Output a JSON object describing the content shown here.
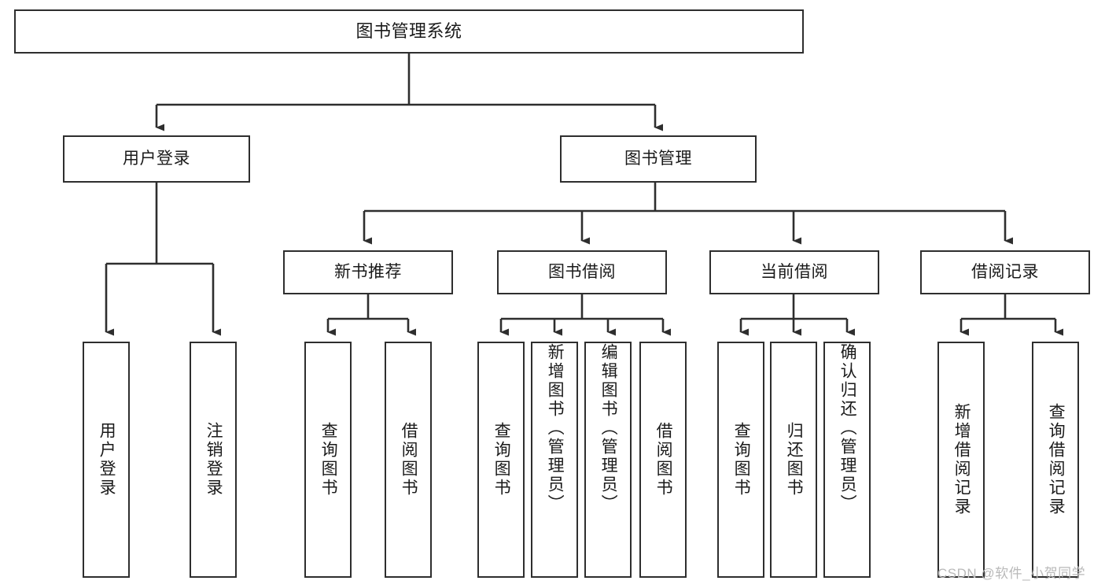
{
  "diagram": {
    "title": "图书管理系统",
    "type": "tree-hierarchy-diagram",
    "background_color": "#ffffff",
    "line_color": "#2e2e2e",
    "text_color": "#1a1a1a"
  },
  "nodes": {
    "root": {
      "label": "图书管理系统"
    },
    "level2": [
      {
        "id": "user-login",
        "label": "用户登录"
      },
      {
        "id": "book-management",
        "label": "图书管理"
      }
    ],
    "level3": [
      {
        "id": "new-book-recommend",
        "label": "新书推荐"
      },
      {
        "id": "book-borrow",
        "label": "图书借阅"
      },
      {
        "id": "current-borrow",
        "label": "当前借阅"
      },
      {
        "id": "borrow-record",
        "label": "借阅记录"
      }
    ],
    "leaves": {
      "user_login": [
        {
          "id": "leaf-user-login",
          "label": "用户登录"
        },
        {
          "id": "leaf-logout-login",
          "label": "注销登录"
        }
      ],
      "new_book_recommend": [
        {
          "id": "leaf-query-book-1",
          "label": "查询图书"
        },
        {
          "id": "leaf-borrow-book-1",
          "label": "借阅图书"
        }
      ],
      "book_borrow": [
        {
          "id": "leaf-query-book-2",
          "label": "查询图书"
        },
        {
          "id": "leaf-add-book",
          "label": "新增图书（管理员）"
        },
        {
          "id": "leaf-edit-book",
          "label": "编辑图书（管理员）"
        },
        {
          "id": "leaf-borrow-book-2",
          "label": "借阅图书"
        }
      ],
      "current_borrow": [
        {
          "id": "leaf-query-book-3",
          "label": "查询图书"
        },
        {
          "id": "leaf-return-book",
          "label": "归还图书"
        },
        {
          "id": "leaf-confirm-return",
          "label": "确认归还（管理员）"
        }
      ],
      "borrow_record": [
        {
          "id": "leaf-add-record",
          "label": "新增借阅记录"
        },
        {
          "id": "leaf-query-record",
          "label": "查询借阅记录"
        }
      ]
    }
  },
  "watermark": {
    "text": "CSDN @软件_小贺同学"
  }
}
